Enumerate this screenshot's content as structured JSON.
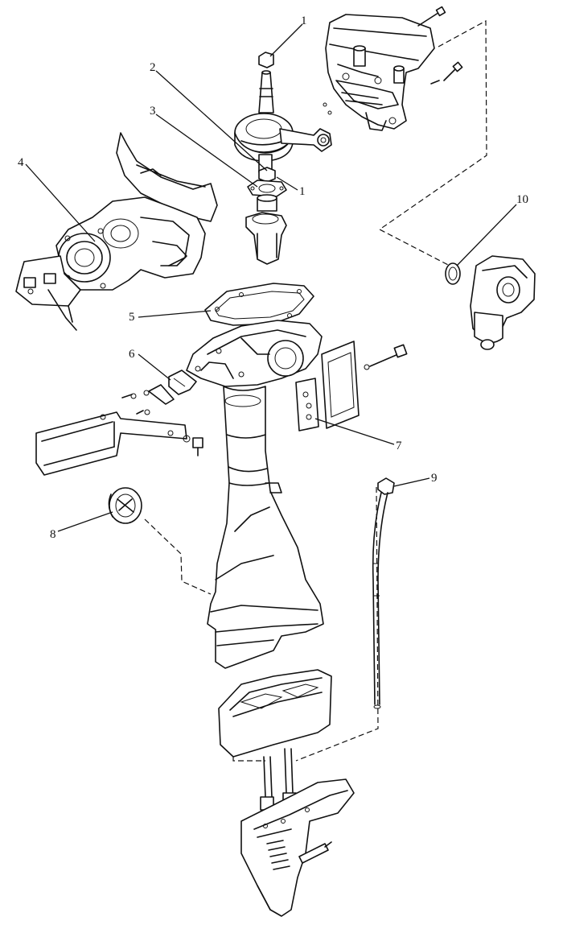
{
  "callouts": [
    {
      "id": "c1a",
      "label": "1"
    },
    {
      "id": "c1b",
      "label": "1"
    },
    {
      "id": "c2",
      "label": "2"
    },
    {
      "id": "c3",
      "label": "3"
    },
    {
      "id": "c4",
      "label": "4"
    },
    {
      "id": "c5",
      "label": "5"
    },
    {
      "id": "c6",
      "label": "6"
    },
    {
      "id": "c7",
      "label": "7"
    },
    {
      "id": "c8",
      "label": "8"
    },
    {
      "id": "c9",
      "label": "9"
    },
    {
      "id": "c10",
      "label": "10"
    }
  ]
}
